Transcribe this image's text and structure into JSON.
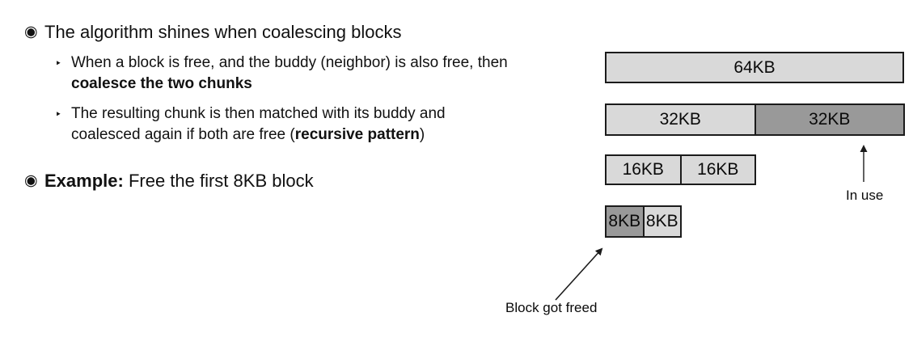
{
  "content": {
    "bullet1": {
      "marker": "◉",
      "text": "The algorithm shines when coalescing blocks"
    },
    "sub1": {
      "marker": "‣",
      "normal1": "When a block is free, and the buddy (neighbor) is also free, then ",
      "bold1": "coalesce the two chunks"
    },
    "sub2": {
      "marker": "‣",
      "normal1": "The resulting chunk is then matched with its buddy and coalesced again if both are free (",
      "bold1": "recursive pattern",
      "normal2": ")"
    },
    "bullet2": {
      "marker": "◉",
      "bold1": "Example:",
      "normal1": " Free the first 8KB block"
    }
  },
  "diagram": {
    "row64": {
      "cells": [
        {
          "label": "64KB",
          "state": "free"
        }
      ]
    },
    "row32": {
      "cells": [
        {
          "label": "32KB",
          "state": "free"
        },
        {
          "label": "32KB",
          "state": "in-use"
        }
      ]
    },
    "row16": {
      "cells": [
        {
          "label": "16KB",
          "state": "free"
        },
        {
          "label": "16KB",
          "state": "free"
        }
      ]
    },
    "row8": {
      "cells": [
        {
          "label": "8KB",
          "state": "freed"
        },
        {
          "label": "8KB",
          "state": "free"
        }
      ]
    },
    "annotations": {
      "in_use": "In use",
      "block_freed": "Block got freed"
    }
  },
  "colors": {
    "free_fill": "#d9d9d9",
    "used_fill": "#999999",
    "border": "#1b1b1b",
    "text": "#111111"
  }
}
